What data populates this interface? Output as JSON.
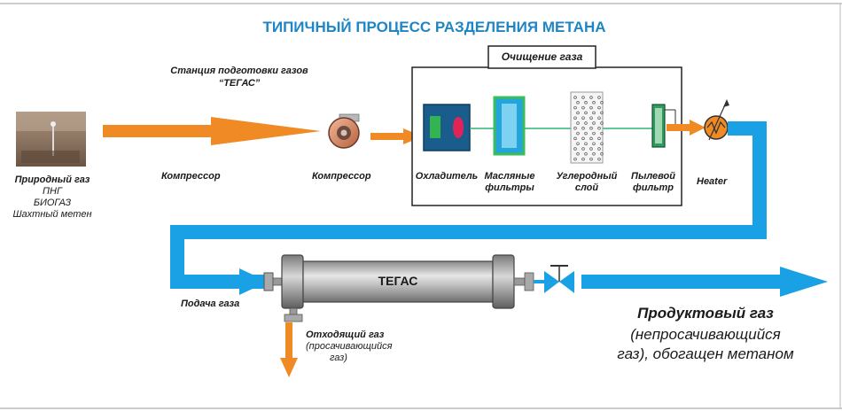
{
  "title": "ТИПИЧНЫЙ ПРОЦЕСС РАЗДЕЛЕНИЯ МЕТАНА",
  "station": {
    "line1": "Станция подготовки газов",
    "line2": "“ТЕГАС”"
  },
  "purification_box_label": "Очищение газа",
  "source": {
    "title": "Природный газ",
    "items": [
      "ПНГ",
      "БИОГАЗ",
      "Шахтный метен"
    ]
  },
  "labels": {
    "compressor_arrow": "Компрессор",
    "compressor": "Компрессор",
    "cooler": "Охладитель",
    "oil_filters_1": "Масляные",
    "oil_filters_2": "фильтры",
    "carbon_1": "Углеродный",
    "carbon_2": "слой",
    "dust_1": "Пылевой",
    "dust_2": "фильтр",
    "heater": "Heater",
    "membrane": "ТЕГАС",
    "feed": "Подача газа",
    "waste_title": "Отходящий газ",
    "waste_1": "(просачивающийся",
    "waste_2": "газ)",
    "product_title": "Продуктовый газ",
    "product_1": "(непросачивающийся",
    "product_2": "газ), обогащен метаном"
  },
  "colors": {
    "title": "#1f86c6",
    "orange": "#f08a24",
    "blue": "#1aa0e4",
    "green": "#2bb673"
  }
}
